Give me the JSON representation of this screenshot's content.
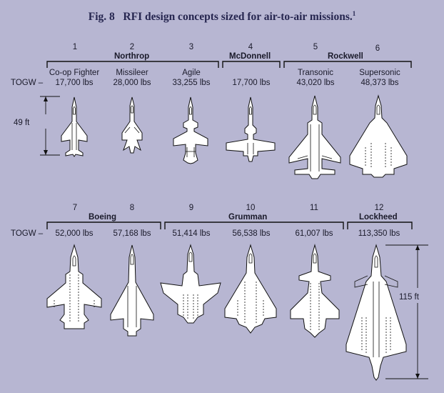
{
  "figure": {
    "label": "Fig. 8",
    "title": "RFI design concepts sized for air-to-air missions.",
    "footnote_ref": "1"
  },
  "togw_label": "TOGW –",
  "row1": {
    "concepts": [
      {
        "num": "1",
        "name": "Co-op Fighter",
        "togw": "17,700 lbs"
      },
      {
        "num": "2",
        "name": "Missileer",
        "togw": "28,000 lbs"
      },
      {
        "num": "3",
        "name": "Agile",
        "togw": "33,255 lbs"
      },
      {
        "num": "4",
        "name": "",
        "togw": "17,700 lbs"
      },
      {
        "num": "5",
        "name": "Transonic",
        "togw": "43,020 lbs"
      },
      {
        "num": "6",
        "name": "Supersonic",
        "togw": "48,373 lbs"
      }
    ],
    "manufacturers": [
      "Northrop",
      "McDonnell",
      "Rockwell"
    ],
    "dimension": "49 ft"
  },
  "row2": {
    "concepts": [
      {
        "num": "7",
        "togw": "52,000 lbs"
      },
      {
        "num": "8",
        "togw": "57,168 lbs"
      },
      {
        "num": "9",
        "togw": "51,414 lbs"
      },
      {
        "num": "10",
        "togw": "56,538 lbs"
      },
      {
        "num": "11",
        "togw": "61,007 lbs"
      },
      {
        "num": "12",
        "togw": "113,350 lbs"
      }
    ],
    "manufacturers": [
      "Boeing",
      "Grumman",
      "Lockheed"
    ],
    "dimension": "115 ft"
  }
}
